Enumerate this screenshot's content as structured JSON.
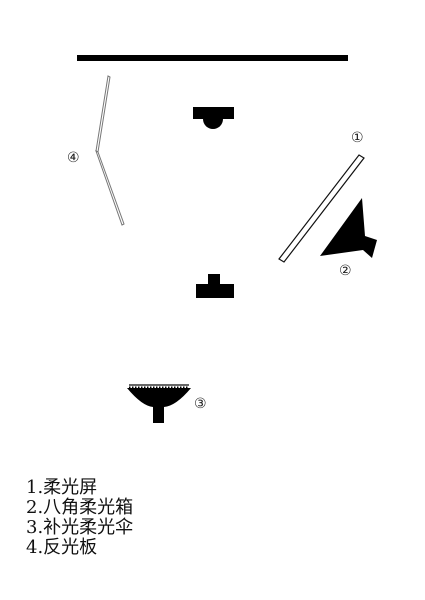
{
  "diagram": {
    "markers": {
      "diffuser_screen": "①",
      "octabox": "②",
      "fill_umbrella": "③",
      "reflector": "④"
    },
    "legend": [
      "1.柔光屏",
      "2.八角柔光箱",
      "3.补光柔光伞",
      "4.反光板"
    ]
  }
}
